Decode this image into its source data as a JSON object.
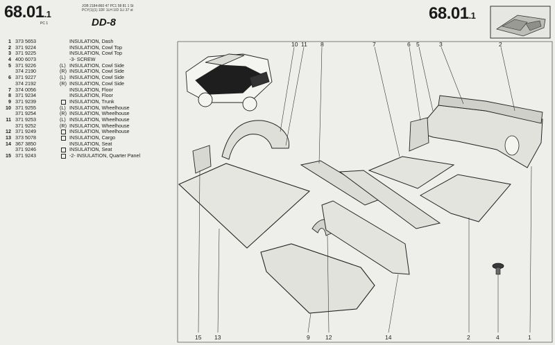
{
  "header": {
    "section_code": "68.01",
    "section_suffix": ".1",
    "small_print_1": "JOB 2184-860 47 PC1 58 81 1 St",
    "small_print_2": "PCY(1)(1) 1DF 1LH 1ID 1LI 37 st",
    "pcs_label": "PC 1",
    "model": "DD-8"
  },
  "parts": [
    {
      "ref": "1",
      "pn": "373 5653",
      "side": "",
      "box": false,
      "desc": "INSULATION, Dash"
    },
    {
      "ref": "2",
      "pn": "371 9224",
      "side": "",
      "box": false,
      "desc": "INSULATION, Cowl Top"
    },
    {
      "ref": "3",
      "pn": "371 9225",
      "side": "",
      "box": false,
      "desc": "INSULATION, Cowl Top"
    },
    {
      "ref": "4",
      "pn": "400 6073",
      "side": "",
      "box": false,
      "desc": "-3- SCREW"
    },
    {
      "ref": "5",
      "pn": "371 9226",
      "side": "(L)",
      "box": false,
      "desc": "INSULATION, Cowl Side"
    },
    {
      "ref": "",
      "pn": "374 2190",
      "side": "(R)",
      "box": false,
      "desc": "INSULATION, Cowl Side"
    },
    {
      "ref": "6",
      "pn": "371 9227",
      "side": "(L)",
      "box": false,
      "desc": "INSULATION, Cowl Side"
    },
    {
      "ref": "",
      "pn": "374 2192",
      "side": "(R)",
      "box": false,
      "desc": "INSULATION, Cowl Side"
    },
    {
      "ref": "7",
      "pn": "374 0056",
      "side": "",
      "box": false,
      "desc": "INSULATION, Floor"
    },
    {
      "ref": "8",
      "pn": "371 9234",
      "side": "",
      "box": false,
      "desc": "INSULATION, Floor"
    },
    {
      "ref": "9",
      "pn": "371 9239",
      "side": "",
      "box": true,
      "desc": "INSULATION, Trunk"
    },
    {
      "ref": "10",
      "pn": "371 9255",
      "side": "(L)",
      "box": false,
      "desc": "INSULATION, Wheelhouse"
    },
    {
      "ref": "",
      "pn": "371 9254",
      "side": "(R)",
      "box": false,
      "desc": "INSULATION, Wheelhouse"
    },
    {
      "ref": "11",
      "pn": "371 9253",
      "side": "(L)",
      "box": false,
      "desc": "INSULATION, Wheelhouse"
    },
    {
      "ref": "",
      "pn": "371 9252",
      "side": "(R)",
      "box": false,
      "desc": "INSULATION, Wheelhouse"
    },
    {
      "ref": "12",
      "pn": "371 9249",
      "side": "",
      "box": true,
      "desc": "INSULATION, Wheelhouse"
    },
    {
      "ref": "13",
      "pn": "373 5078",
      "side": "",
      "box": true,
      "desc": "INSULATION, Cargo"
    },
    {
      "ref": "14",
      "pn": "367 3850",
      "side": "",
      "box": false,
      "desc": "INSULATION, Seat"
    },
    {
      "ref": "",
      "pn": "371 9246",
      "side": "",
      "box": true,
      "desc": "INSULATION, Seat"
    },
    {
      "ref": "15",
      "pn": "371 9243",
      "side": "",
      "box": true,
      "desc": "-2- INSULATION, Quarter Panel"
    }
  ],
  "callouts_top": [
    "10",
    "11",
    "8",
    "7",
    "6",
    "5",
    "3",
    "2"
  ],
  "callouts_bottom": [
    "15",
    "13",
    "9",
    "12",
    "14",
    "2",
    "4",
    "1"
  ]
}
